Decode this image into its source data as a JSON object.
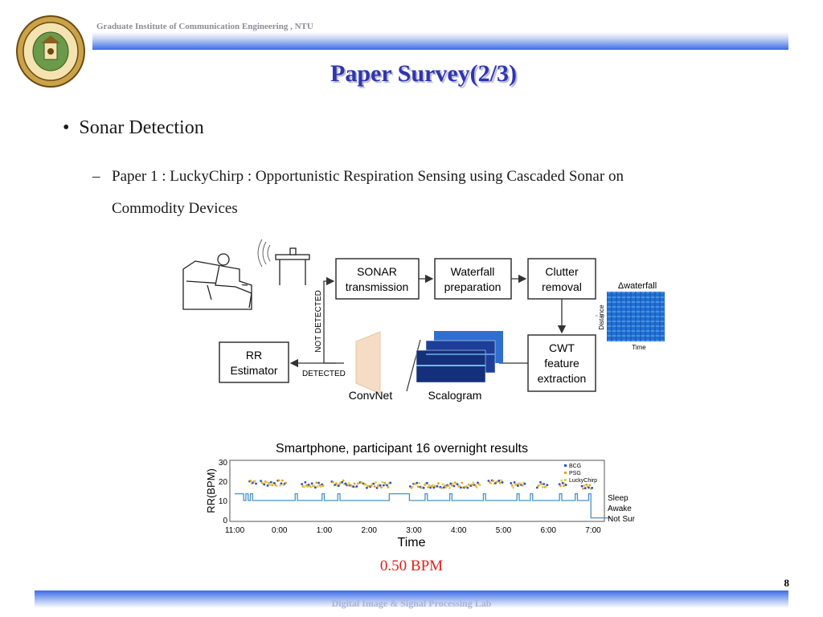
{
  "header": {
    "institute": "Graduate Institute of Communication Engineering , NTU"
  },
  "slide": {
    "title": "Paper Survey(2/3)",
    "bullet": "Sonar Detection",
    "sub_bullet_line1": "Paper 1 : LuckyChirp : Opportunistic Respiration Sensing using Cascaded Sonar on",
    "sub_bullet_line2": "Commodity Devices",
    "result": "0.50 BPM",
    "page_number": "8"
  },
  "footer": {
    "lab": "Digital Image & Signal Processing Lab"
  },
  "diagram": {
    "sonar": [
      "SONAR",
      "transmission"
    ],
    "waterfall": [
      "Waterfall",
      "preparation"
    ],
    "clutter": [
      "Clutter",
      "removal"
    ],
    "cwt": [
      "CWT",
      "feature",
      "extraction"
    ],
    "rr": [
      "RR",
      "Estimator"
    ],
    "not_detected": "NOT DETECTED",
    "detected": "DETECTED",
    "convnet": "ConvNet",
    "scalogram": "Scalogram",
    "dwaterfall": "Δwaterfall",
    "distance": "Distance",
    "time": "Time"
  },
  "chart_data": {
    "type": "scatter",
    "title": "Smartphone, participant 16 overnight results",
    "xlabel": "Time",
    "ylabel": "RR(BPM)",
    "x_ticks": [
      "11:00",
      "0:00",
      "1:00",
      "2:00",
      "3:00",
      "4:00",
      "5:00",
      "6:00",
      "7:00"
    ],
    "y_ticks": [
      0,
      10,
      20,
      30
    ],
    "ylim": [
      0,
      30
    ],
    "legend": [
      "BCG",
      "PSG",
      "LuckyChirp"
    ],
    "legend_position": "top-right",
    "sleep_states": [
      "Sleep",
      "Awake",
      "Not Sure"
    ],
    "colors": {
      "BCG": "#2b4fd1",
      "PSG": "#e8a21a",
      "LuckyChirp": "#d9d04a",
      "hypnogram": "#4a90c8"
    },
    "rr_clusters_approx": [
      {
        "start": "11:20",
        "end": "11:30",
        "rr": 20
      },
      {
        "start": "11:35",
        "end": "0:10",
        "rr": 19
      },
      {
        "start": "0:30",
        "end": "1:00",
        "rr": 18
      },
      {
        "start": "1:10",
        "end": "1:30",
        "rr": 19
      },
      {
        "start": "1:30",
        "end": "2:30",
        "rr": 18
      },
      {
        "start": "2:55",
        "end": "4:30",
        "rr": 18
      },
      {
        "start": "4:40",
        "end": "5:00",
        "rr": 19
      },
      {
        "start": "5:10",
        "end": "5:30",
        "rr": 18
      },
      {
        "start": "5:45",
        "end": "6:00",
        "rr": 18
      },
      {
        "start": "6:15",
        "end": "6:25",
        "rr": 19
      },
      {
        "start": "6:45",
        "end": "7:00",
        "rr": 17
      }
    ]
  }
}
